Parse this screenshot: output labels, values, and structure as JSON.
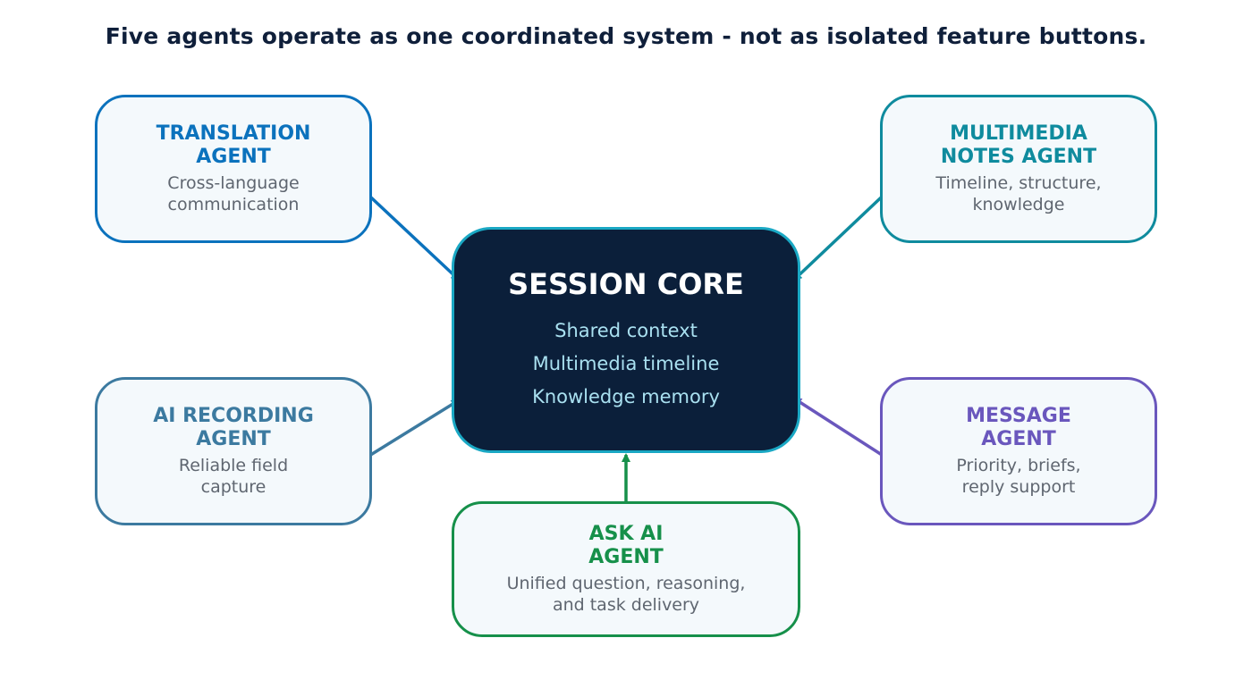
{
  "title": "Five agents operate as one coordinated system - not as isolated feature buttons.",
  "core": {
    "title": "SESSION CORE",
    "items": [
      "Shared context",
      "Multimedia timeline",
      "Knowledge memory"
    ],
    "colors": {
      "fill": "#0b1f3a",
      "border": "#1aa8c4",
      "title": "#ffffff",
      "items": "#a9e0f0"
    }
  },
  "agents": [
    {
      "name": "TRANSLATION AGENT",
      "description": "Cross-language communication",
      "color": "#0b72bd"
    },
    {
      "name": "MULTIMEDIA NOTES AGENT",
      "description": "Timeline, structure, knowledge",
      "color": "#0f8b9e"
    },
    {
      "name": "AI RECORDING AGENT",
      "description": "Reliable field capture",
      "color": "#3c7aa0"
    },
    {
      "name": "MESSAGE AGENT",
      "description": "Priority, briefs, reply support",
      "color": "#6a57bd"
    },
    {
      "name": "ASK AI AGENT",
      "description": "Unified question, reasoning, and task delivery",
      "color": "#16904a"
    }
  ]
}
